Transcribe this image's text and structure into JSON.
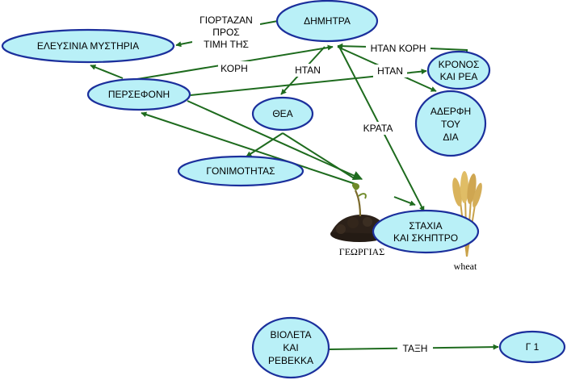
{
  "colors": {
    "node_fill": "#b9f0f7",
    "node_stroke": "#1b2f9c",
    "edge": "#1e6b1e"
  },
  "nodes": {
    "dimitra": [
      "ΔΗΜΗΤΡΑ"
    ],
    "eleusinia": [
      "ΕΛΕΥΣΙΝΙΑ ΜΥΣΤΗΡΙΑ"
    ],
    "persefoni": [
      "ΠΕΡΣΕΦΟΝΗ"
    ],
    "thea": [
      "ΘΕΑ"
    ],
    "gonimotitas": [
      "ΓΟΝΙΜΟΤΗΤΑΣ"
    ],
    "kronos_rea": [
      "ΚΡΟΝΟΣ",
      "ΚΑΙ ΡΕΑ"
    ],
    "aderfi": [
      "ΑΔΕΡΦΗ",
      "ΤΟΥ",
      "ΔΙΑ"
    ],
    "staxia": [
      "ΣΤΑΧΙΑ",
      "ΚΑΙ ΣΚΗΠΤΡΟ"
    ],
    "violeta": [
      "ΒΙΟΛΕΤΑ",
      "ΚΑΙ",
      "ΡΕΒΕΚΚΑ"
    ],
    "g1": [
      "Γ 1"
    ]
  },
  "edge_labels": {
    "giortazan": [
      "ΓΙΟΡΤΑΖΑΝ",
      "ΠΡΟΣ",
      "ΤΙΜΗ ΤΗΣ"
    ],
    "kori": [
      "ΚΟΡΗ"
    ],
    "itankori": [
      "ΗΤΑΝ ΚΟΡΗ"
    ],
    "itan1": [
      "ΗΤΑΝ"
    ],
    "itan2": [
      "ΗΤΑΝ"
    ],
    "krata": [
      "ΚΡΑΤΑ"
    ],
    "taxi": [
      "ΤΑΞΗ"
    ]
  },
  "images": {
    "georgias_caption": "ΓΕΩΡΓΙΑΣ",
    "wheat_caption": "wheat"
  }
}
